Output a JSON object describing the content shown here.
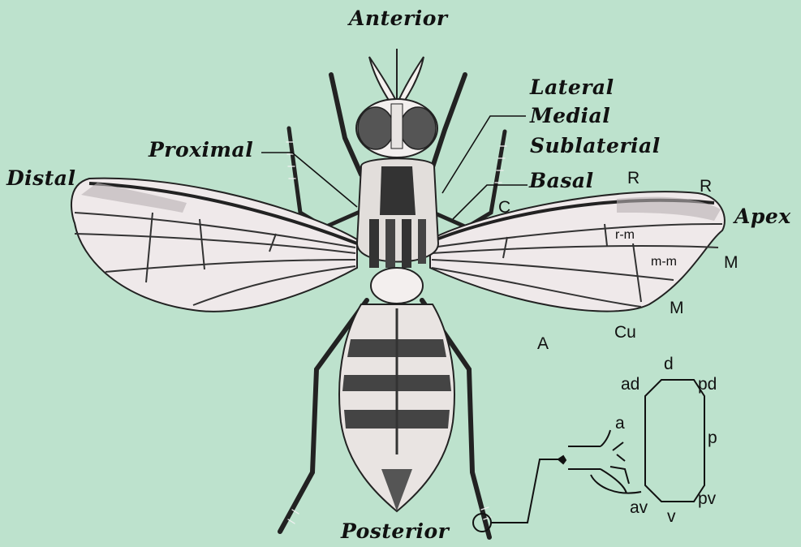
{
  "orientation": {
    "anterior": "Anterior",
    "posterior": "Posterior",
    "proximal": "Proximal",
    "distal": "Distal",
    "lateral": "Lateral",
    "medial": "Medial",
    "sublaterial": "Sublaterial",
    "basal": "Basal",
    "apex": "Apex"
  },
  "wing_veins": {
    "c": "C",
    "r1": "R",
    "r2": "R",
    "rm": "r-m",
    "mm": "m-m",
    "m1": "M",
    "m2": "M",
    "cu": "Cu",
    "a": "A"
  },
  "leg_inset": {
    "d": "d",
    "ad": "ad",
    "pd": "pd",
    "a": "a",
    "p": "p",
    "av": "av",
    "v": "v",
    "pv": "pv"
  },
  "colors": {
    "background": "#bde2cd",
    "ink": "#111111",
    "wing_fill": "#efe9ea"
  }
}
